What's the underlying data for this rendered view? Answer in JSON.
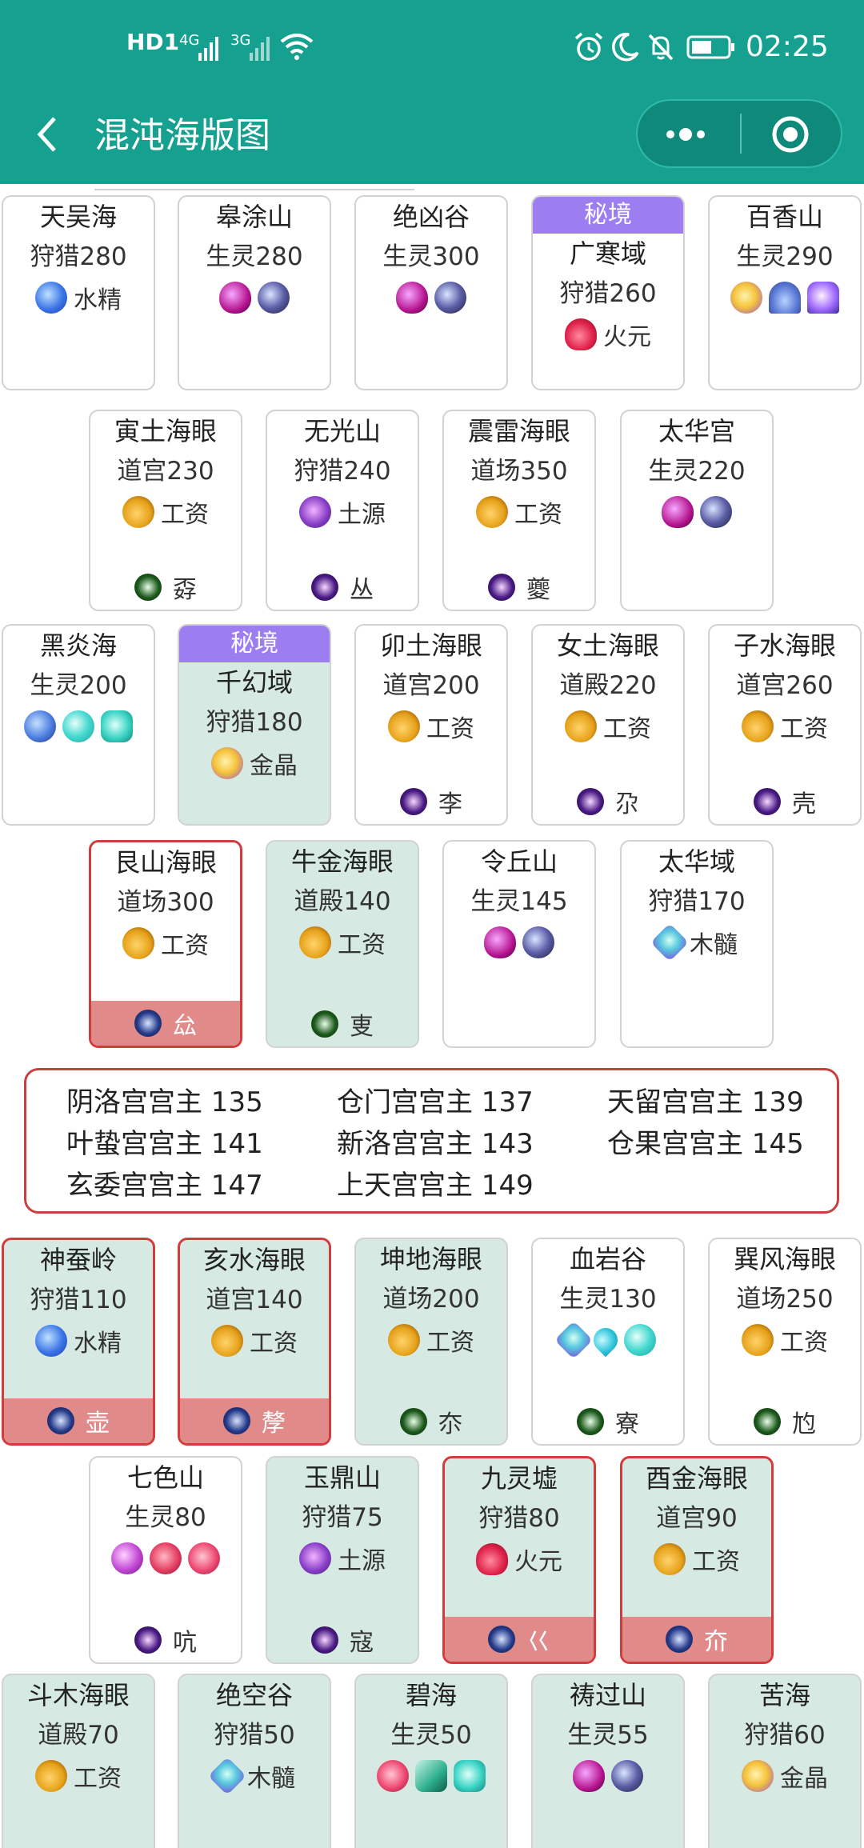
{
  "status_bar": {
    "network_left": "HD1",
    "network_4g": "4G",
    "network_3g": "3G",
    "time": "02:25"
  },
  "header": {
    "title": "混沌海版图",
    "back_label": "<",
    "more_label": "•••"
  },
  "badges": {
    "secret": "秘境"
  },
  "cards": [
    {
      "name": "天吴海",
      "sub": "狩猎280",
      "res_label": "水精",
      "icons": [
        "water"
      ]
    },
    {
      "name": "皋涂山",
      "sub": "生灵280",
      "icons": [
        "purple",
        "darkblue"
      ]
    },
    {
      "name": "绝凶谷",
      "sub": "生灵300",
      "icons": [
        "purple",
        "darkblue"
      ]
    },
    {
      "badge": "秘境",
      "name": "广寒域",
      "sub": "狩猎260",
      "res_label": "火元",
      "icons": [
        "fire"
      ]
    },
    {
      "name": "百香山",
      "sub": "生灵290",
      "icons": [
        "gold",
        "sand",
        "crystal"
      ]
    },
    {
      "name": "寅土海眼",
      "sub": "道宫230",
      "res_label": "工资",
      "icons": [
        "wage"
      ],
      "foot": "孬"
    },
    {
      "name": "无光山",
      "sub": "狩猎240",
      "res_label": "土源",
      "icons": [
        "earth"
      ],
      "foot": "丛"
    },
    {
      "name": "震雷海眼",
      "sub": "道场350",
      "res_label": "工资",
      "icons": [
        "wage"
      ],
      "foot": "夔"
    },
    {
      "name": "太华宫",
      "sub": "生灵220",
      "icons": [
        "purple",
        "darkblue"
      ]
    },
    {
      "name": "黑炎海",
      "sub": "生灵200",
      "icons": [
        "blue",
        "teal",
        "cyan"
      ]
    },
    {
      "badge": "秘境",
      "name": "千幻域",
      "sub": "狩猎180",
      "res_label": "金晶",
      "icons": [
        "gold"
      ]
    },
    {
      "name": "卯土海眼",
      "sub": "道宫200",
      "res_label": "工资",
      "icons": [
        "wage"
      ],
      "foot": "李"
    },
    {
      "name": "女土海眼",
      "sub": "道殿220",
      "res_label": "工资",
      "icons": [
        "wage"
      ],
      "foot": "尕"
    },
    {
      "name": "子水海眼",
      "sub": "道宫260",
      "res_label": "工资",
      "icons": [
        "wage"
      ],
      "foot": "壳"
    },
    {
      "name": "艮山海眼",
      "sub": "道场300",
      "res_label": "工资",
      "icons": [
        "wage"
      ],
      "foot": "厽"
    },
    {
      "name": "牛金海眼",
      "sub": "道殿140",
      "res_label": "工资",
      "icons": [
        "wage"
      ],
      "foot": "叓"
    },
    {
      "name": "令丘山",
      "sub": "生灵145",
      "icons": [
        "purple",
        "darkblue"
      ]
    },
    {
      "name": "太华域",
      "sub": "狩猎170",
      "res_label": "木髓",
      "icons": [
        "wood"
      ]
    },
    {
      "name": "神蚕岭",
      "sub": "狩猎110",
      "res_label": "水精",
      "icons": [
        "water"
      ],
      "foot": "壶"
    },
    {
      "name": "亥水海眼",
      "sub": "道宫140",
      "res_label": "工资",
      "icons": [
        "wage"
      ],
      "foot": "孷"
    },
    {
      "name": "坤地海眼",
      "sub": "道场200",
      "res_label": "工资",
      "icons": [
        "wage"
      ],
      "foot": "夵"
    },
    {
      "name": "血岩谷",
      "sub": "生灵130",
      "icons": [
        "wood",
        "waterdrop",
        "teal"
      ],
      "foot": "寮"
    },
    {
      "name": "巽风海眼",
      "sub": "道场250",
      "res_label": "工资",
      "icons": [
        "wage"
      ],
      "foot": "尥"
    },
    {
      "name": "七色山",
      "sub": "生灵80",
      "icons": [
        "pinkorb",
        "redstone",
        "pinkfire"
      ],
      "foot": "吭"
    },
    {
      "name": "玉鼎山",
      "sub": "狩猎75",
      "res_label": "土源",
      "icons": [
        "earth"
      ],
      "foot": "寇"
    },
    {
      "name": "九灵墟",
      "sub": "狩猎80",
      "res_label": "火元",
      "icons": [
        "fire"
      ],
      "foot": "巜"
    },
    {
      "name": "酉金海眼",
      "sub": "道宫90",
      "res_label": "工资",
      "icons": [
        "wage"
      ],
      "foot": "夼"
    },
    {
      "name": "斗木海眼",
      "sub": "道殿70",
      "res_label": "工资",
      "icons": [
        "wage"
      ]
    },
    {
      "name": "绝空谷",
      "sub": "狩猎50",
      "res_label": "木髓",
      "icons": [
        "wood"
      ]
    },
    {
      "name": "碧海",
      "sub": "生灵50",
      "icons": [
        "pinkfire",
        "jade",
        "cyan"
      ]
    },
    {
      "name": "祷过山",
      "sub": "生灵55",
      "icons": [
        "purple",
        "darkblue"
      ]
    },
    {
      "name": "苦海",
      "sub": "狩猎60",
      "res_label": "金晶",
      "icons": [
        "gold"
      ]
    }
  ],
  "bosses": [
    "阴洛宫宫主 135",
    "仓门宫宫主 137",
    "天留宫宫主 139",
    "叶蛰宫宫主 141",
    "新洛宫宫主 143",
    "仓果宫宫主 145",
    "玄委宫宫主 147",
    "上天宫宫主 149"
  ],
  "colors": {
    "header_bg": "#16a08f",
    "badge_bg": "#9c7ef0",
    "green_card_bg": "#d6e9e3",
    "red_border": "#d23c3c",
    "red_foot": "#e08a8a"
  }
}
